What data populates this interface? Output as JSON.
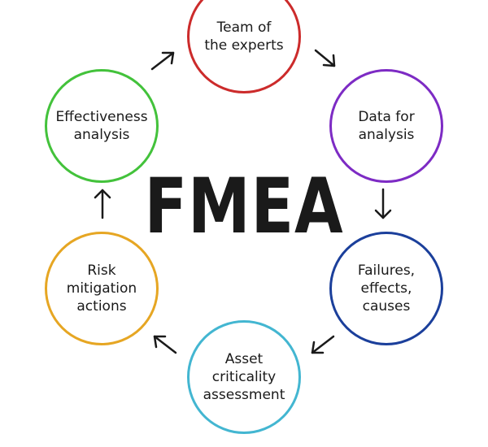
{
  "title": "FMEA",
  "nodes": [
    {
      "label": "Team of\nthe experts",
      "color": "#cc2b2b"
    },
    {
      "label": "Data for\nanalysis",
      "color": "#7d2bc4"
    },
    {
      "label": "Failures,\neffects,\ncauses",
      "color": "#1b3f9b"
    },
    {
      "label": "Asset\ncriticality\nassessment",
      "color": "#43b6d1"
    },
    {
      "label": "Risk\nmitigation\nactions",
      "color": "#e6a623"
    },
    {
      "label": "Effectiveness\nanalysis",
      "color": "#43c23b"
    }
  ],
  "arrow_color": "#1a1a1a"
}
